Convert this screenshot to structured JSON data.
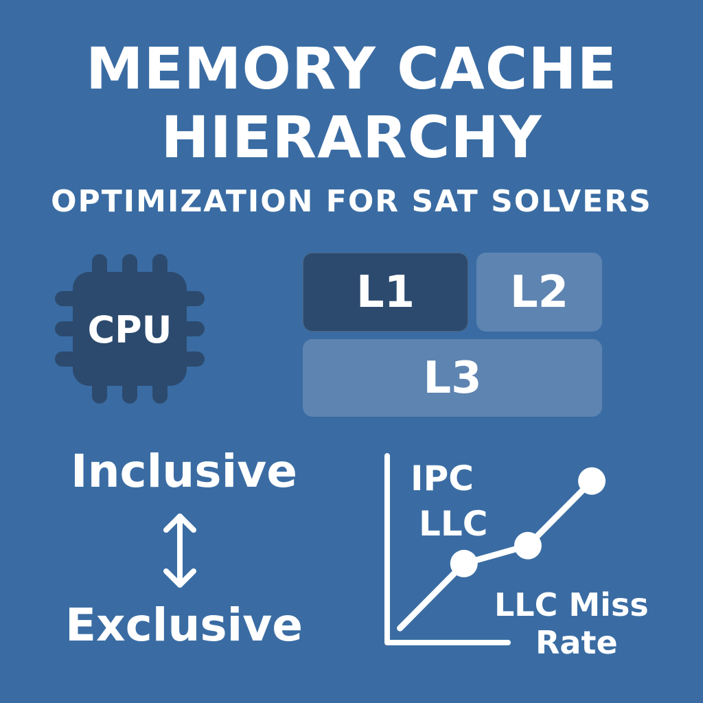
{
  "header": {
    "title_line1": "MEMORY CACHE",
    "title_line2": "HIERARCHY",
    "subtitle": "OPTIMIZATION FOR SAT SOLVERS"
  },
  "cpu": {
    "label": "CPU",
    "icon": "cpu-chip-icon",
    "color": "#2c4a6e"
  },
  "caches": {
    "l1": {
      "label": "L1",
      "color": "#2c4a6e"
    },
    "l2": {
      "label": "L2",
      "color": "#5e84b1"
    },
    "l3": {
      "label": "L3",
      "color": "#5e84b1"
    }
  },
  "policy": {
    "top": "Inclusive",
    "bottom": "Exclusive",
    "icon": "double-arrow-vertical-icon"
  },
  "chart_data": {
    "type": "line",
    "labels": [
      "IPC",
      "LLC"
    ],
    "annotation": [
      "LLC Miss",
      "Rate"
    ],
    "x": [
      0,
      1,
      2,
      3
    ],
    "values": [
      0,
      0.9,
      1.15,
      2.05
    ],
    "marked_points": [
      1,
      2,
      3
    ],
    "xlim": [
      -0.2,
      3.3
    ],
    "ylim": [
      -0.2,
      2.4
    ]
  },
  "colors": {
    "background": "#3a6ca3",
    "text": "#ffffff",
    "dark_block": "#2c4a6e",
    "light_block": "#5e84b1"
  }
}
